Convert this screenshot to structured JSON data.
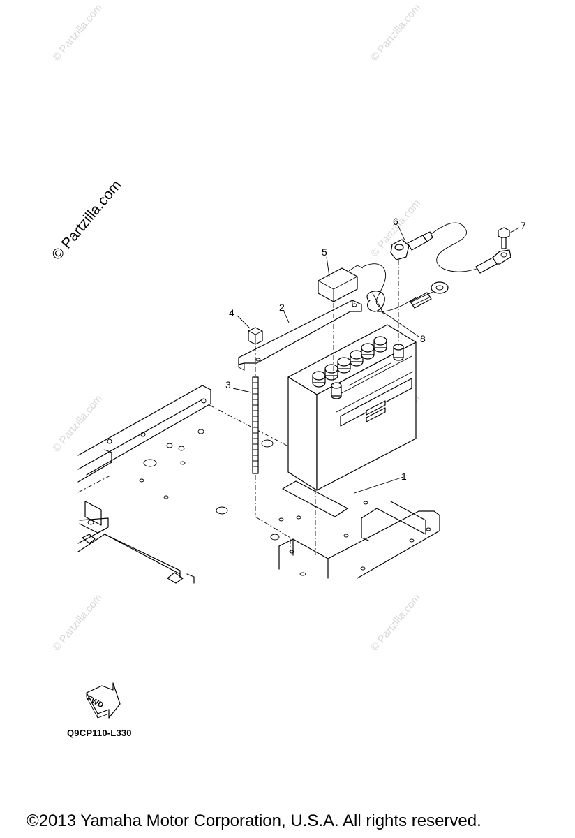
{
  "watermark": {
    "small_text": "© Partzilla.com",
    "large_text": "© Partzilla.com"
  },
  "callouts": [
    {
      "id": "1",
      "label": "1"
    },
    {
      "id": "2",
      "label": "2"
    },
    {
      "id": "3",
      "label": "3"
    },
    {
      "id": "4",
      "label": "4"
    },
    {
      "id": "5",
      "label": "5"
    },
    {
      "id": "6",
      "label": "6"
    },
    {
      "id": "7",
      "label": "7"
    },
    {
      "id": "8",
      "label": "8"
    }
  ],
  "fwd_label": "FWD",
  "diagram_code": "Q9CP110-L330",
  "copyright": "©2013  Yamaha Motor Corporation, U.S.A. All rights reserved."
}
